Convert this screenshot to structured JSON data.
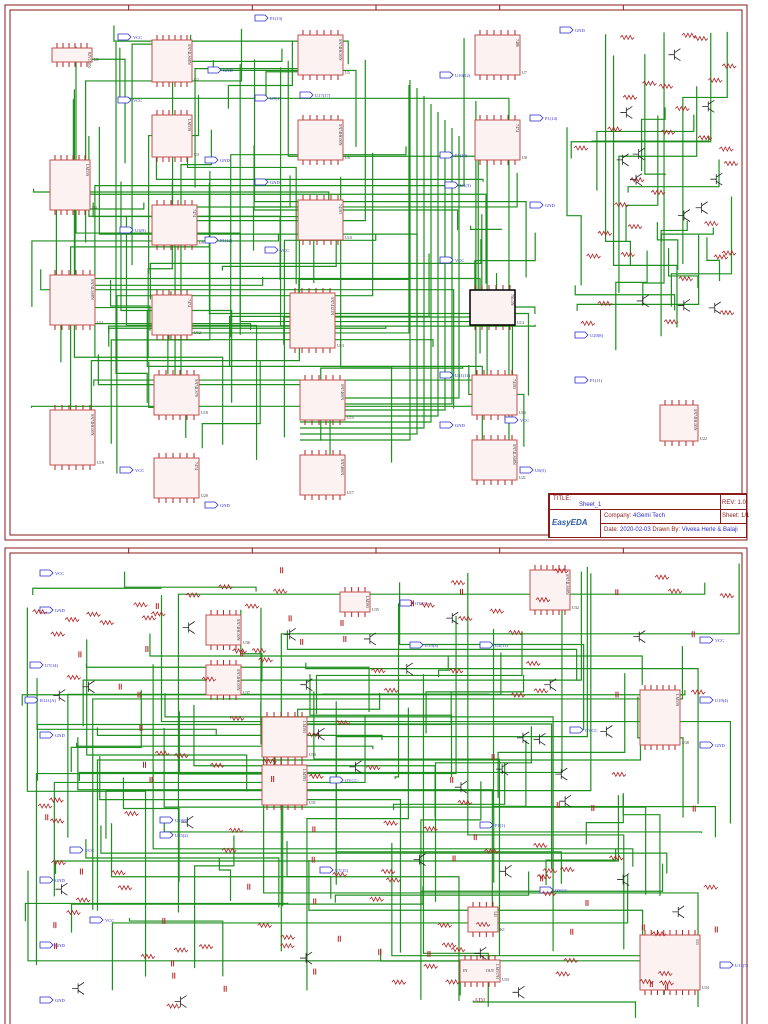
{
  "sheet1": {
    "title_block": {
      "title_label": "TITLE:",
      "title": "Sheet_1",
      "rev_label": "REV:",
      "rev": "1.0",
      "company_label": "Company:",
      "company": "4Gemi Tech",
      "sheet_label": "Sheet:",
      "sheet": "1/1",
      "date_label": "Date:",
      "date": "2020-02-03",
      "drawn_label": "Drawn By:",
      "drawn_by": "Viveka Herle & Balaji",
      "logo": "EasyEDA"
    },
    "chips": [
      {
        "ref": "U1",
        "part": "82V130N"
      },
      {
        "ref": "U2",
        "part": "SN74LS08N"
      },
      {
        "ref": "U3",
        "part": "LM339"
      },
      {
        "ref": "U4",
        "part": "LM339"
      },
      {
        "ref": "U5",
        "part": "SN74HC00N"
      },
      {
        "ref": "U6",
        "part": "SN74HC00N"
      },
      {
        "ref": "U7",
        "part": "7486"
      },
      {
        "ref": "U8",
        "part": "7474"
      },
      {
        "ref": "U9",
        "part": "7474"
      },
      {
        "ref": "U10",
        "part": "74193"
      },
      {
        "ref": "U11",
        "part": "SN74LS08N"
      },
      {
        "ref": "U12",
        "part": "7474"
      },
      {
        "ref": "U13",
        "part": "SN74121N"
      },
      {
        "ref": "U14",
        "part": "7SL0N"
      },
      {
        "ref": "U15",
        "part": "SN7400N"
      },
      {
        "ref": "U16",
        "part": "74193"
      },
      {
        "ref": "U17",
        "part": "SN7400N"
      },
      {
        "ref": "U18",
        "part": "SN74LS76"
      },
      {
        "ref": "U19",
        "part": "SN74HC00N"
      },
      {
        "ref": "U20",
        "part": "7474"
      },
      {
        "ref": "U21",
        "part": "SN74LS08N"
      },
      {
        "ref": "U22",
        "part": "SN74HC00N"
      }
    ],
    "ports": [
      "VCC",
      "GND",
      "VCC",
      "GND",
      "U3(9)",
      "P1(12)",
      "P1(13)",
      "U7(1)",
      "GND",
      "VCC",
      "U10(12)",
      "U1(3)",
      "P1(14)",
      "VCC",
      "GND",
      "U20(8)",
      "U21(11)",
      "P1(11)",
      "GND",
      "VCC",
      "U17(17)",
      "U8(5)",
      "GND",
      "P1(10)",
      "VCC",
      "GND"
    ]
  },
  "sheet2": {
    "chips": [
      {
        "ref": "U30",
        "part": "LM393"
      },
      {
        "ref": "U31",
        "part": "LM393"
      },
      {
        "ref": "U32",
        "part": "SN74LS08N"
      },
      {
        "ref": "U33",
        "part": "LM317H"
      },
      {
        "ref": "U34",
        "part": "555"
      },
      {
        "ref": "U35",
        "part": "LM393"
      },
      {
        "ref": "U36",
        "part": "SN74HC00N"
      },
      {
        "ref": "U37",
        "part": "SN74HC00N"
      },
      {
        "ref": "U38",
        "part": "LM339"
      },
      {
        "ref": "K1",
        "part": "141"
      }
    ],
    "labels": {
      "adj": "ADJ",
      "in": "IN",
      "out": "OUT"
    },
    "ports": [
      "VCC",
      "GND",
      "OVCC+",
      "U7(14)",
      "R121(A)",
      "GND",
      "OVCC-",
      "U18(9)",
      "VCC",
      "GND",
      "U19(3)",
      "U2(11)",
      "OVCC",
      "VCC",
      "GND",
      "U7(15)",
      "P1(1)",
      "U15(2)",
      "GND",
      "OVCC",
      "VCC",
      "U19(4)",
      "GND",
      "U13(7)"
    ]
  },
  "colors": {
    "wire": "#1f8f1f",
    "frame": "#8b1a1a",
    "port": "#2a2ad0",
    "chip_border": "#c0504d",
    "chip_fill": "#fdf2f2",
    "pin": "#b22222"
  }
}
